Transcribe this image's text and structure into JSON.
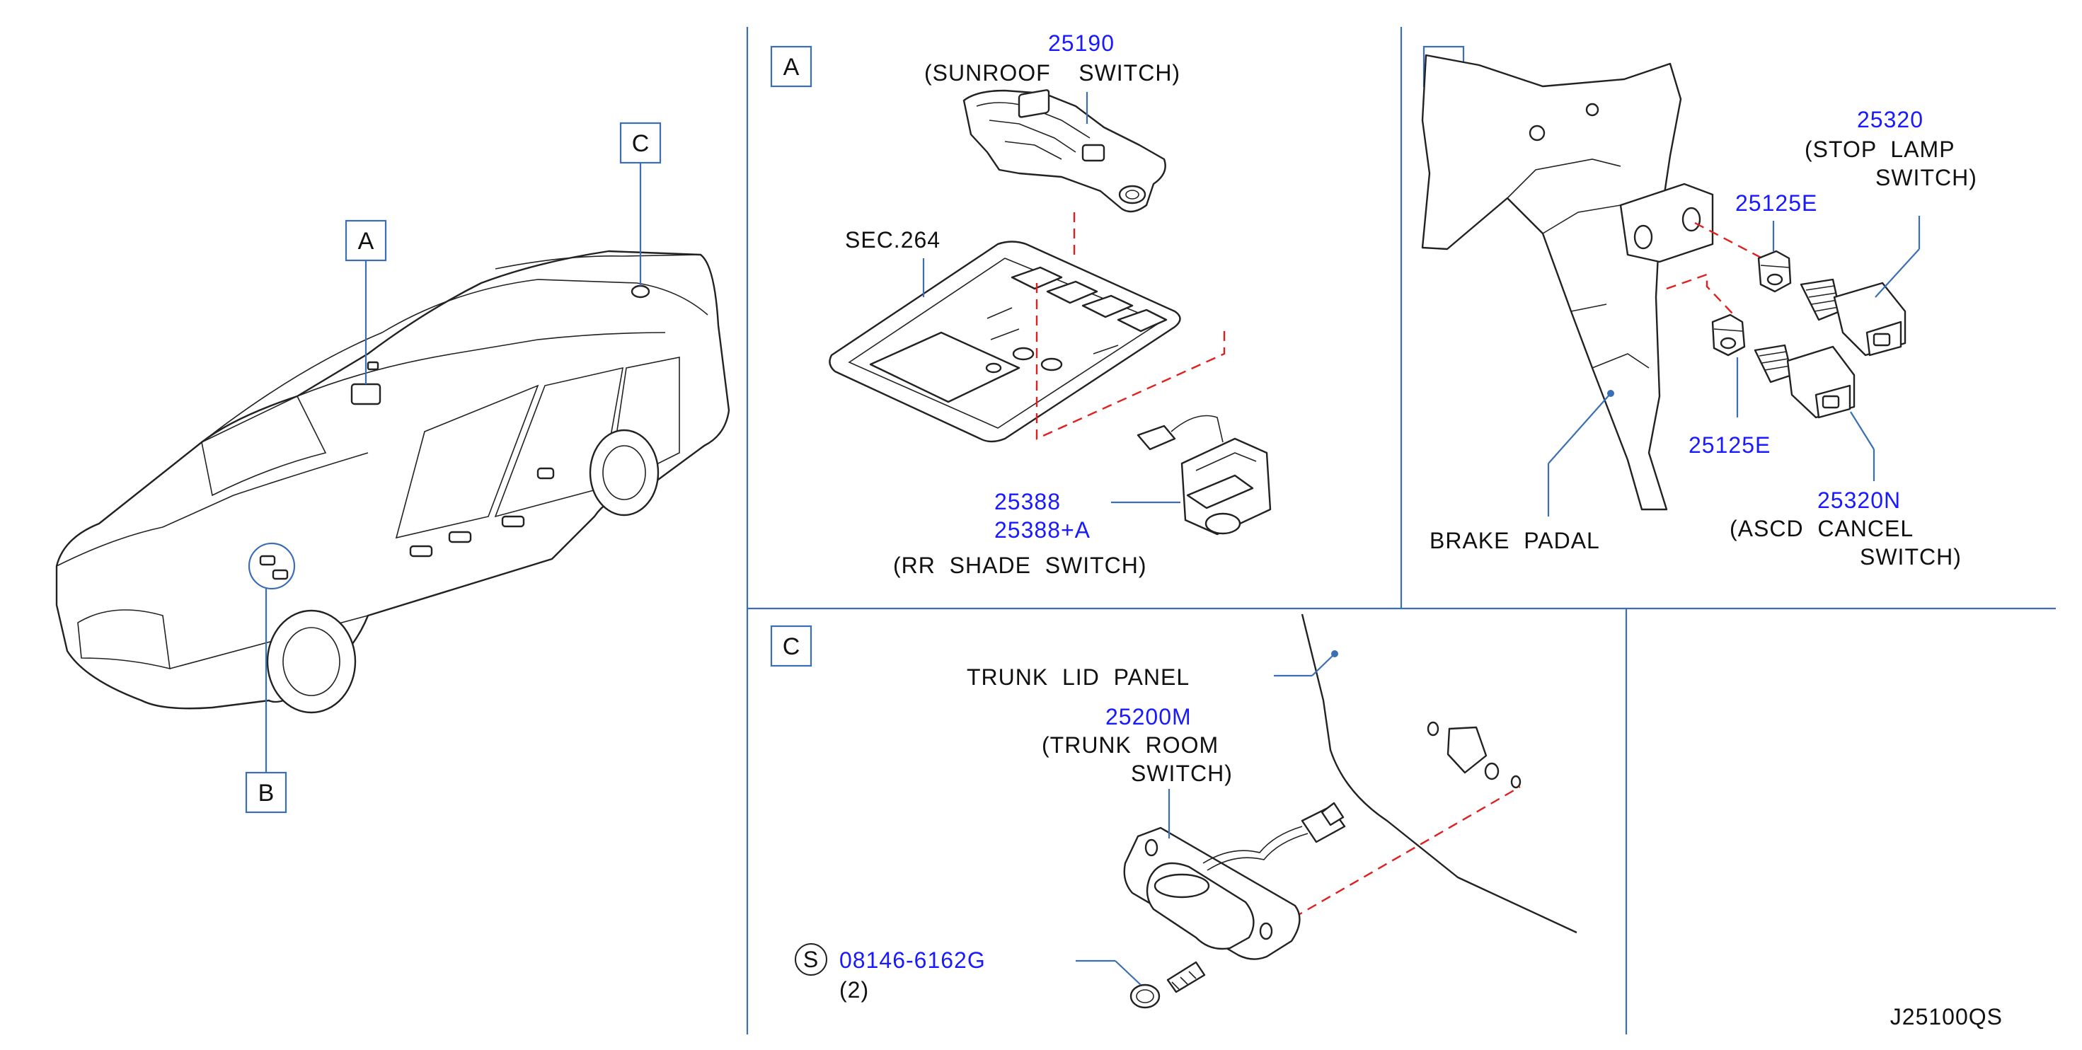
{
  "diagram_code": "J25100QS",
  "callouts": {
    "a": "A",
    "b": "B",
    "c": "C"
  },
  "panel_a": {
    "sunroof_pn": "25190",
    "sunroof_name": "(SUNROOF    SWITCH)",
    "sec_ref": "SEC.264",
    "shade_pn_1": "25388",
    "shade_pn_2": "25388+A",
    "shade_name": "(RR  SHADE  SWITCH)"
  },
  "panel_b": {
    "stop_pn": "25320",
    "stop_name_1": "(STOP  LAMP",
    "stop_name_2": "SWITCH)",
    "clip_pn_upper": "25125E",
    "clip_pn_lower": "25125E",
    "ascd_pn": "25320N",
    "ascd_name_1": "(ASCD  CANCEL",
    "ascd_name_2": "SWITCH)",
    "pedal_name": "BRAKE  PADAL"
  },
  "panel_c": {
    "panel_name": "TRUNK  LID  PANEL",
    "trunk_pn": "25200M",
    "trunk_name_1": "(TRUNK  ROOM",
    "trunk_name_2": "SWITCH)",
    "screw_symbol": "S",
    "screw_pn": "08146-6162G",
    "screw_qty": "(2)"
  },
  "colors": {
    "part_number": "#1a1aff",
    "leader": "#3a6fb5",
    "assembly_dash": "#e02020",
    "ink": "#111111"
  }
}
